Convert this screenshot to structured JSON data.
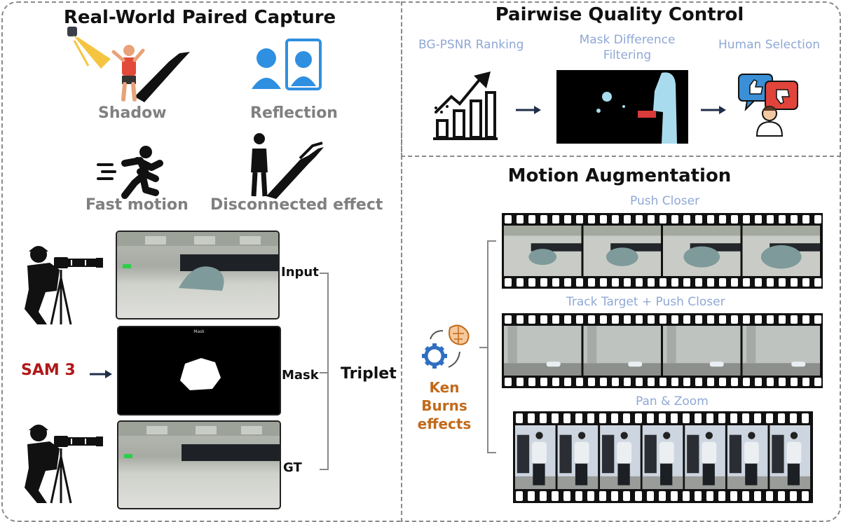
{
  "left": {
    "title": "Real-World Paired Capture",
    "effects": [
      "Shadow",
      "Reflection",
      "Fast motion",
      "Disconnected effect"
    ],
    "sam": "SAM 3",
    "mask_caption": "Mask",
    "labels": {
      "input": "Input",
      "mask": "Mask",
      "gt": "GT",
      "triplet": "Triplet"
    }
  },
  "qc": {
    "title": "Pairwise Quality Control",
    "steps": [
      "BG-PSNR Ranking",
      "Mask Difference\nFiltering",
      "Human Selection"
    ]
  },
  "motion": {
    "title": "Motion Augmentation",
    "ken_burns": "Ken Burns\neffects",
    "strips": [
      "Push Closer",
      "Track Target + Push Closer",
      "Pan & Zoom"
    ]
  },
  "colors": {
    "sam": "#b01818",
    "ken": "#c26a1a",
    "blue_label": "#8fa8d6",
    "icon_blue": "#2f8fe0"
  }
}
